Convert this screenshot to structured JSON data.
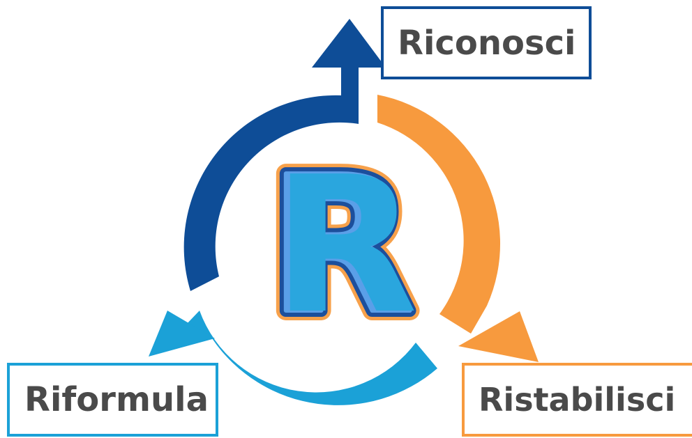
{
  "diagram": {
    "center_letter": "R",
    "steps": [
      {
        "id": "top",
        "label": "Riconosci",
        "color": "#0e4d97"
      },
      {
        "id": "right",
        "label": "Ristabilisci",
        "color": "#f79a3e"
      },
      {
        "id": "left",
        "label": "Riformula",
        "color": "#1ba1d7"
      }
    ],
    "colors": {
      "dark_blue": "#0e4d97",
      "orange": "#f79a3e",
      "light_blue": "#1ba1d7",
      "letter_fill": "#2aa6de",
      "letter_outline": "#1c4f9c",
      "letter_highlight": "#5a9fe8",
      "letter_glow": "#f7a14b",
      "text": "#4a4a4a"
    }
  }
}
